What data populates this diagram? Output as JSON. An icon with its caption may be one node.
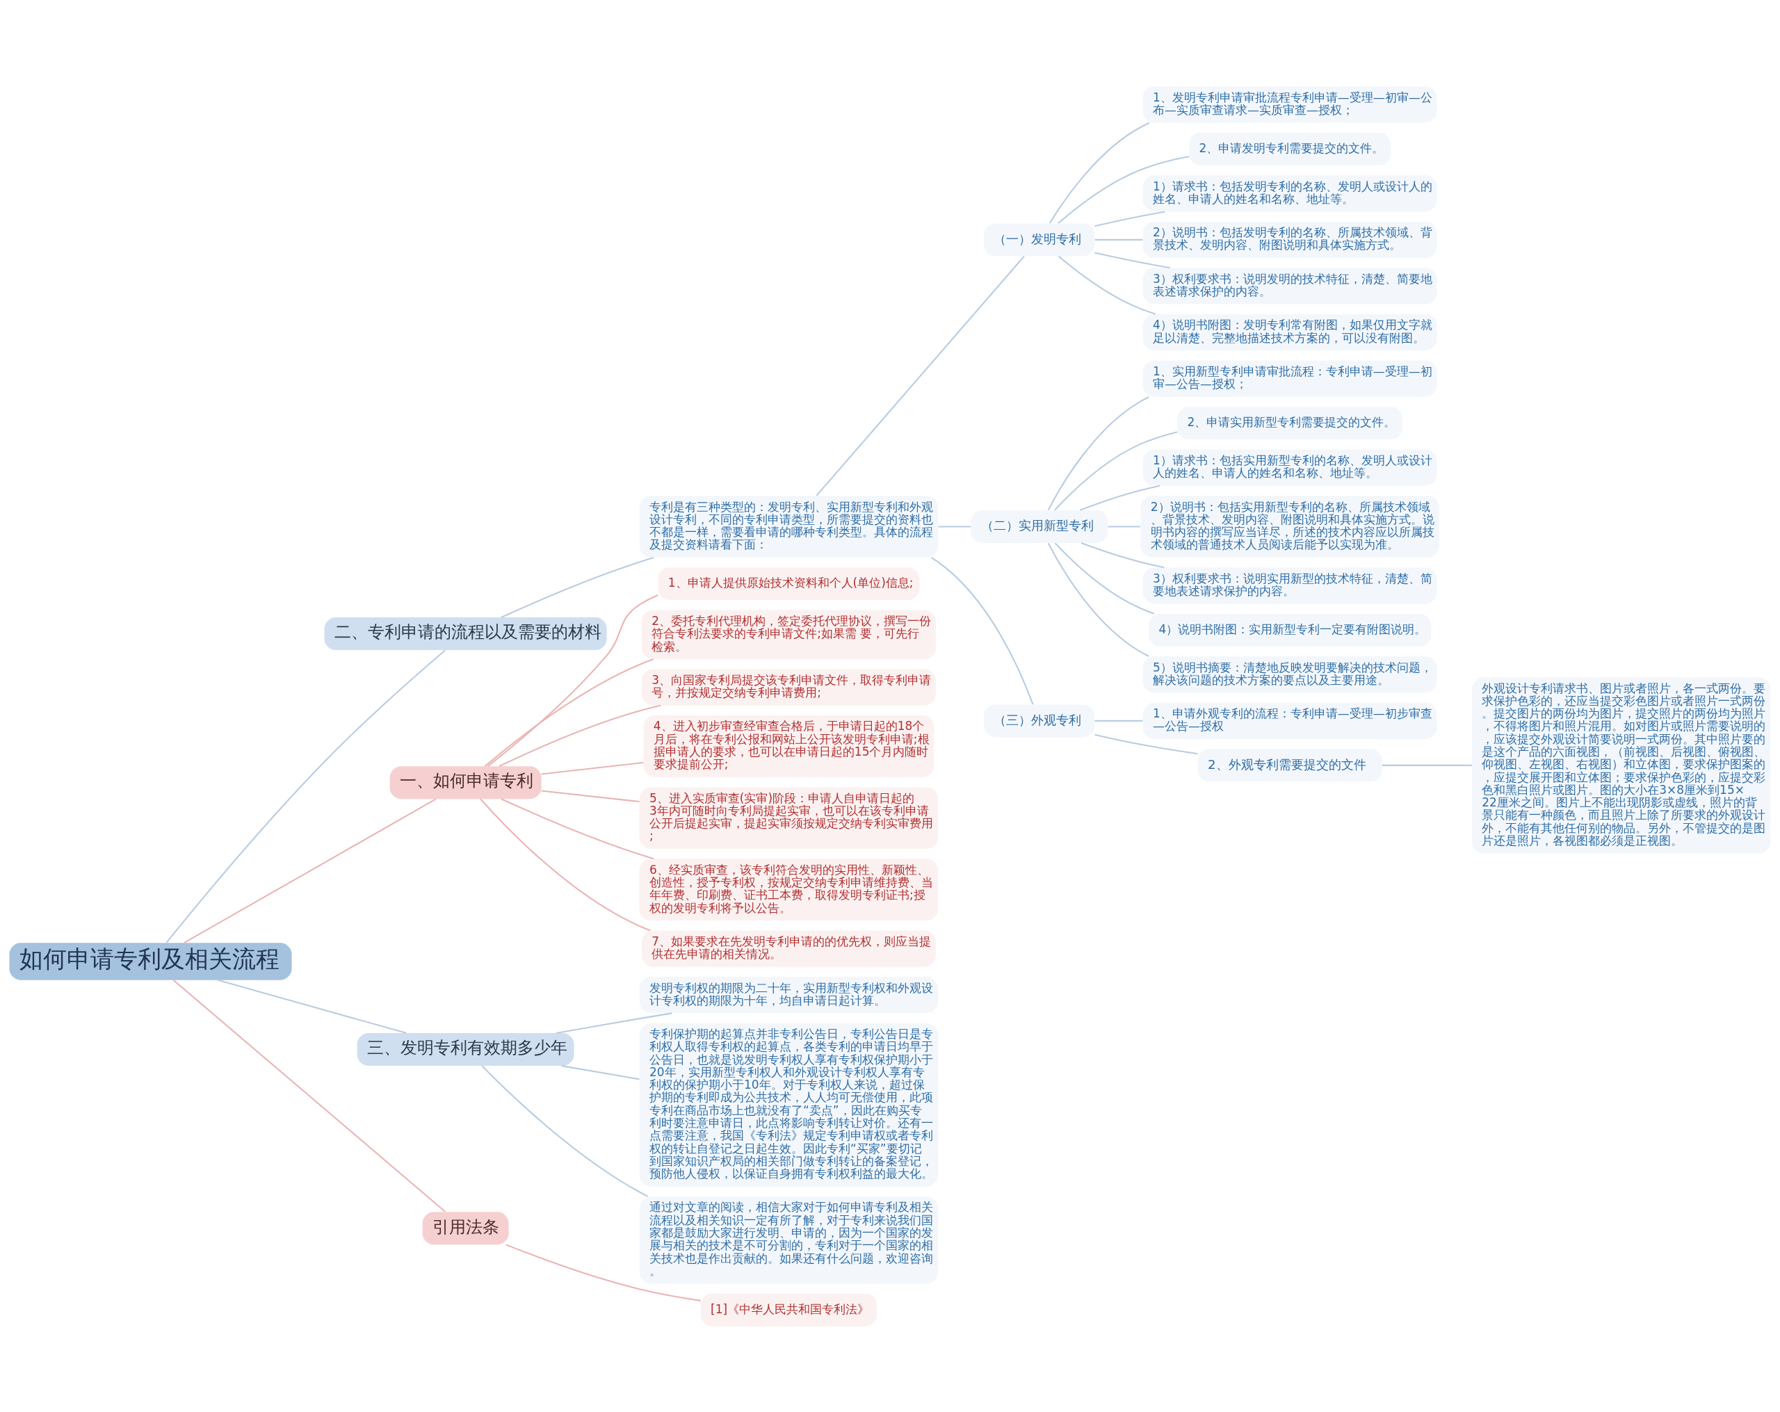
{
  "diagram": {
    "nodes": [
      {
        "text": [
          "如何申请专利及相关流程"
        ]
      },
      {
        "text": [
          "二、专利申请的流程以及需要的材料"
        ]
      },
      {
        "text": [
          "专利是有三种类型的：发明专利、实用新型专利和外观设计专利，不同的专利申请类型，所需要提交的资料也不都是一样，需要看申请的哪种专利类型。具体的流程及提交资料请看下面："
        ]
      },
      {
        "text": [
          "（一）发明专利"
        ]
      },
      {
        "text": [
          "1、发明专利申请审批流程专利申请—受理—初审—公布—实质审查请求—实质审查—授权；"
        ]
      },
      {
        "text": [
          "2、申请发明专利需要提交的文件。"
        ]
      },
      {
        "text": [
          "1）请求书：包括发明专利的名称、发明人或设计人的姓名、申请人的姓名和名称、地址等。"
        ]
      },
      {
        "text": [
          "2）说明书：包括发明专利的名称、所属技术领域、背景技术、发明内容、附图说明和具体实施方式。"
        ]
      },
      {
        "text": [
          "3）权利要求书：说明发明的技术特征，清楚、简要地表述请求保护的内容。"
        ]
      },
      {
        "text": [
          "4）说明书附图：发明专利常有附图，如果仅用文字就足以清楚、完整地描述技术方案的，可以没有附图。"
        ]
      },
      {
        "text": [
          "（二）实用新型专利"
        ]
      },
      {
        "text": [
          "1、实用新型专利申请审批流程：专利申请—受理—初审—公告—授权；"
        ]
      },
      {
        "text": [
          "2、申请实用新型专利需要提交的文件。"
        ]
      },
      {
        "text": [
          "1）请求书：包括实用新型专利的名称、发明人或设计人的姓名、申请人的姓名和名称、地址等。"
        ]
      },
      {
        "text": [
          "2）说明书：包括实用新型专利的名称、所属技术领域、背景技术、发明内容、附图说明和具体实施方式。说明书内容的撰写应当详尽，所述的技术内容应以所属技术领域的普通技术人员阅读后能予以实现为准。"
        ]
      },
      {
        "text": [
          "3）权利要求书：说明实用新型的技术特征，清楚、简要地表述请求保护的内容。"
        ]
      },
      {
        "text": [
          "4）说明书附图：实用新型专利一定要有附图说明。"
        ]
      },
      {
        "text": [
          "5）说明书摘要：清楚地反映发明要解决的技术问题，解决该问题的技术方案的要点以及主要用途。"
        ]
      },
      {
        "text": [
          "（三）外观专利"
        ]
      },
      {
        "text": [
          "1、申请外观专利的流程：专利申请—受理—初步审查—公告—授权"
        ]
      },
      {
        "text": [
          "2、外观专利需要提交的文件"
        ]
      },
      {
        "text": [
          "外观设计专利请求书、图片或者照片，各一式两份。要求保护色彩的，还应当提交彩色图片或者照片一式两份。提交图片的两份均为图片，提交照片的两份均为照片，不得将图片和照片混用。如对图片或照片需要说明的，应该提交外观设计简要说明一式两份。其中照片要的是这个产品的六面视图，（前视图、后视图、俯视图、仰视图、左视图、右视图）和立体图，要求保护图案的，应提交展开图和立体图；要求保护色彩的，应提交彩色和黑白照片或图片。图的大小在3×8厘米到15×22厘米之间。图片上不能出现阴影或虚线，照片的背景只能有一种颜色，而且照片上除了所要求的外观设计外，不能有其他任何别的物品。另外，不管提交的是图片还是照片，各视图都必须是正视图。"
        ]
      },
      {
        "text": [
          "一、如何申请专利"
        ]
      },
      {
        "text": [
          "1、申请人提供原始技术资料和个人(单位)信息;"
        ]
      },
      {
        "text": [
          "2、委托专利代理机构，签定委托代理协议，撰写一份符合专利法要求的专利申请文件;如果需 要，可先行检索。"
        ]
      },
      {
        "text": [
          "3、向国家专利局提交该专利申请文件，取得专利申请号，并按规定交纳专利申请费用;"
        ]
      },
      {
        "text": [
          "4、进入初步审查经审查合格后，于申请日起的18个月后，将在专利公报和网站上公开该发明专利申请;根据申请人的要求，也可以在申请日起的15个月内随时要求提前公开;"
        ]
      },
      {
        "text": [
          "5、进入实质审查(实审)阶段：申请人自申请日起的3年内可随时向专利局提起实审，也可以在该专利申请公开后提起实审，提起实审须按规定交纳专利实审费用;"
        ]
      },
      {
        "text": [
          "6、经实质审查，该专利符合发明的实用性、新颖性、创造性，授予专利权，按规定交纳专利申请维持费、当年年费、印刷费、证书工本费，取得发明专利证书;授权的发明专利将予以公告。"
        ]
      },
      {
        "text": [
          "7、如果要求在先发明专利申请的的优先权，则应当提供在先申请的相关情况。"
        ]
      },
      {
        "text": [
          "三、发明专利有效期多少年"
        ]
      },
      {
        "text": [
          "发明专利权的期限为二十年，实用新型专利权和外观设计专利权的期限为十年，均自申请日起计算。"
        ]
      },
      {
        "text": [
          "专利保护期的起算点并非专利公告日，专利公告日是专利权人取得专利权的起算点，各类专利的申请日均早于公告日，也就是说发明专利权人享有专利权保护期小于20年，实用新型专利权人和外观设计专利权人享有专利权的保护期小于10年。对于专利权人来说，超过保护期的专利即成为公共技术，人人均可无偿使用，此项专利在商品市场上也就没有了“卖点”，因此在购买专利时要注意申请日，此点将影响专利转让对价。还有一点需要注意，我国《专利法》规定专利申请权或者专利权的转让自登记之日起生效。因此专利“买家”要切记到国家知识产权局的相关部门做专利转让的备案登记，预防他人侵权，以保证自身拥有专利权利益的最大化。"
        ]
      },
      {
        "text": [
          "通过对文章的阅读，相信大家对于如何申请专利及相关流程以及相关知识一定有所了解，对于专利来说我们国家都是鼓励大家进行发明、申请的，因为一个国家的发展与相关的技术是不可分割的，专利对于一个国家的相关技术也是作出贡献的。如果还有什么问题，欢迎咨询。"
        ]
      },
      {
        "text": [
          "引用法条"
        ]
      },
      {
        "text": [
          "[1]《中华人民共和国专利法》"
        ]
      }
    ],
    "edges": [
      {
        "from": 0,
        "to": 1,
        "arrow": "none"
      },
      {
        "from": 1,
        "to": 2,
        "arrow": "none"
      },
      {
        "from": 2,
        "to": 3,
        "arrow": "none"
      },
      {
        "from": 3,
        "to": 4,
        "arrow": "none"
      },
      {
        "from": 3,
        "to": 5,
        "arrow": "none"
      },
      {
        "from": 3,
        "to": 6,
        "arrow": "none"
      },
      {
        "from": 3,
        "to": 7,
        "arrow": "none"
      },
      {
        "from": 3,
        "to": 8,
        "arrow": "none"
      },
      {
        "from": 3,
        "to": 9,
        "arrow": "none"
      },
      {
        "from": 2,
        "to": 10,
        "arrow": "none"
      },
      {
        "from": 10,
        "to": 11,
        "arrow": "none"
      },
      {
        "from": 10,
        "to": 12,
        "arrow": "none"
      },
      {
        "from": 10,
        "to": 13,
        "arrow": "none"
      },
      {
        "from": 10,
        "to": 14,
        "arrow": "none"
      },
      {
        "from": 10,
        "to": 15,
        "arrow": "none"
      },
      {
        "from": 10,
        "to": 16,
        "arrow": "none"
      },
      {
        "from": 10,
        "to": 17,
        "arrow": "none"
      },
      {
        "from": 2,
        "to": 18,
        "arrow": "none"
      },
      {
        "from": 18,
        "to": 19,
        "arrow": "none"
      },
      {
        "from": 18,
        "to": 20,
        "arrow": "none"
      },
      {
        "from": 20,
        "to": 21,
        "arrow": "none"
      },
      {
        "from": 0,
        "to": 22,
        "arrow": "none",
        "color": "#eab4b4"
      },
      {
        "from": 22,
        "to": 23,
        "arrow": "none",
        "color": "#eab4b4"
      },
      {
        "from": 22,
        "to": 24,
        "arrow": "none",
        "color": "#eab4b4"
      },
      {
        "from": 22,
        "to": 25,
        "arrow": "none",
        "color": "#eab4b4"
      },
      {
        "from": 22,
        "to": 26,
        "arrow": "none",
        "color": "#eab4b4"
      },
      {
        "from": 22,
        "to": 27,
        "arrow": "none",
        "color": "#eab4b4"
      },
      {
        "from": 22,
        "to": 28,
        "arrow": "none",
        "color": "#eab4b4"
      },
      {
        "from": 22,
        "to": 29,
        "arrow": "none",
        "color": "#eab4b4"
      },
      {
        "from": 0,
        "to": 30,
        "arrow": "none"
      },
      {
        "from": 30,
        "to": 31,
        "arrow": "none"
      },
      {
        "from": 30,
        "to": 32,
        "arrow": "none"
      },
      {
        "from": 30,
        "to": 33,
        "arrow": "none"
      },
      {
        "from": 0,
        "to": 34,
        "arrow": "none",
        "color": "#eab4b4"
      },
      {
        "from": 34,
        "to": 35,
        "arrow": "none",
        "color": "#eab4b4"
      }
    ]
  }
}
